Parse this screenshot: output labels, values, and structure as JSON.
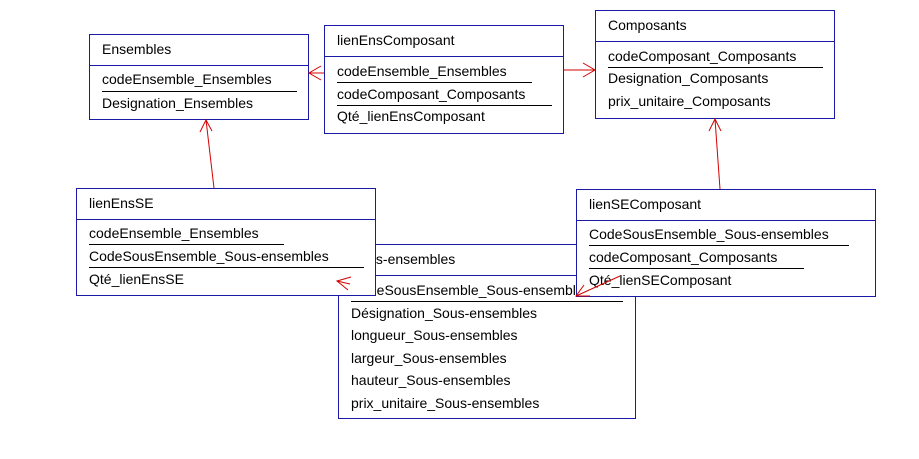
{
  "colors": {
    "entity_border": "#1a1aa6",
    "link": "#d40000"
  },
  "entities": {
    "ensembles": {
      "title": "Ensembles",
      "attributes": [
        "codeEnsemble_Ensembles",
        "Designation_Ensembles"
      ]
    },
    "lienEnsComposant": {
      "title": "lienEnsComposant",
      "attributes": [
        "codeEnsemble_Ensembles",
        "codeComposant_Composants",
        "Qté_lienEnsComposant"
      ]
    },
    "composants": {
      "title": "Composants",
      "attributes": [
        "codeComposant_Composants",
        "Designation_Composants",
        "prix_unitaire_Composants"
      ]
    },
    "lienEnsSE": {
      "title": "lienEnsSE",
      "attributes": [
        "codeEnsemble_Ensembles",
        "CodeSousEnsemble_Sous-ensembles",
        "Qté_lienEnsSE"
      ]
    },
    "sousEnsembles": {
      "title": "Sous-ensembles",
      "attributes": [
        "CodeSousEnsemble_Sous-ensembles",
        "Désignation_Sous-ensembles",
        "longueur_Sous-ensembles",
        "largeur_Sous-ensembles",
        "hauteur_Sous-ensembles",
        "prix_unitaire_Sous-ensembles"
      ]
    },
    "lienSEComposant": {
      "title": "lienSEComposant",
      "attributes": [
        "CodeSousEnsemble_Sous-ensembles",
        "codeComposant_Composants",
        "Qté_lienSEComposant"
      ]
    }
  }
}
